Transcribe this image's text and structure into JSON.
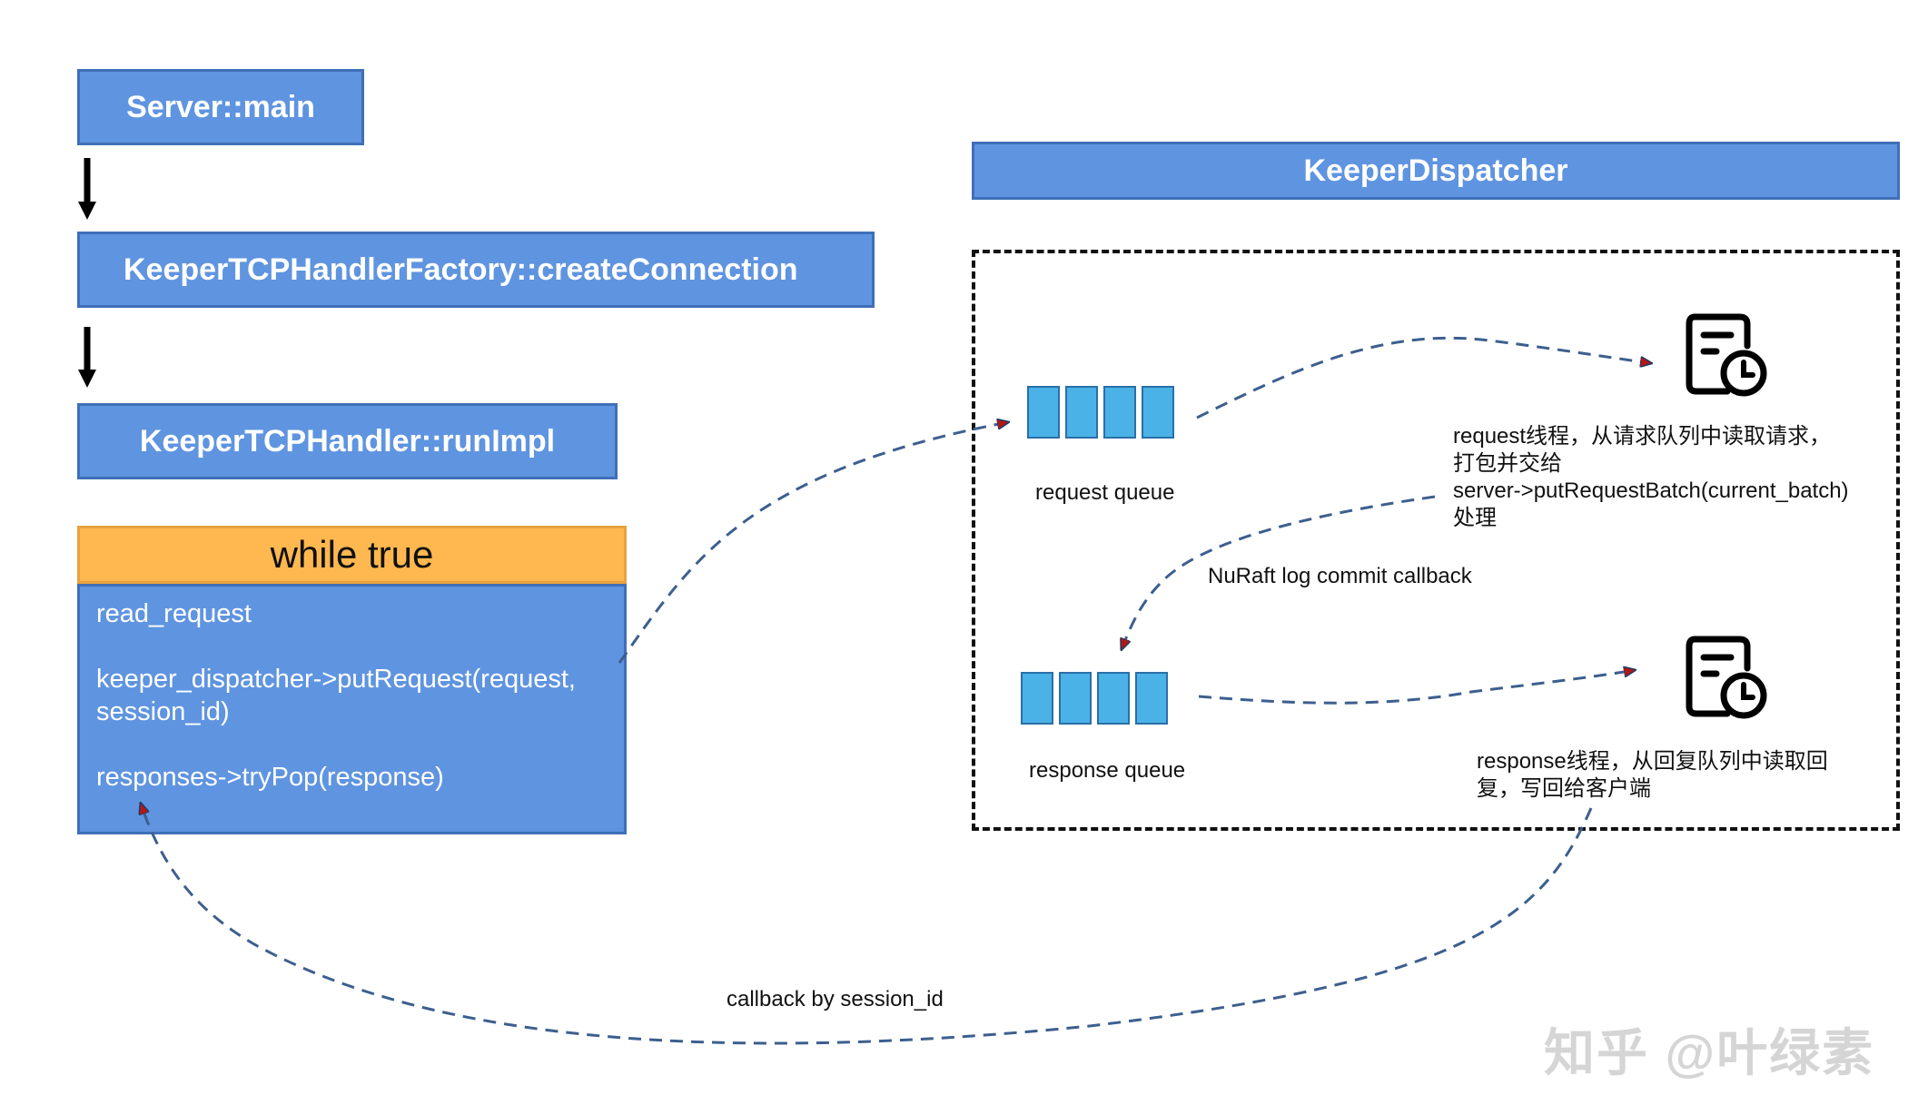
{
  "flow": {
    "server_main": "Server::main",
    "factory": "KeeperTCPHandlerFactory::createConnection",
    "handler": "KeeperTCPHandler::runImpl"
  },
  "loop": {
    "header": "while true",
    "lines": {
      "read": "read_request",
      "put_1": "keeper_dispatcher->putRequest(request,",
      "put_2": "session_id)",
      "pop": "responses->tryPop(response)"
    }
  },
  "dispatcher": {
    "title": "KeeperDispatcher",
    "request_queue_label": "request queue",
    "response_queue_label": "response queue",
    "request_thread_desc": {
      "l1": "request线程，从请求队列中读取请求，",
      "l2": "打包并交给",
      "l3": "server->putRequestBatch(current_batch)",
      "l4": "处理"
    },
    "response_thread_desc": {
      "l1": "response线程，从回复队列中读取回",
      "l2": "复，写回给客户端"
    },
    "commit_callback_label": "NuRaft log commit callback"
  },
  "callback_label": "callback by session_id",
  "icons": {
    "request_thread": "document-clock-icon",
    "response_thread": "document-clock-icon"
  },
  "colors": {
    "box_blue": "#5f94e0",
    "loop_orange": "#ffb84f",
    "queue_cell": "#4ab2e6",
    "arrow_dash": "#3c5f8e",
    "arrow_head": "#b01818"
  },
  "watermark": "知乎 @叶绿素"
}
